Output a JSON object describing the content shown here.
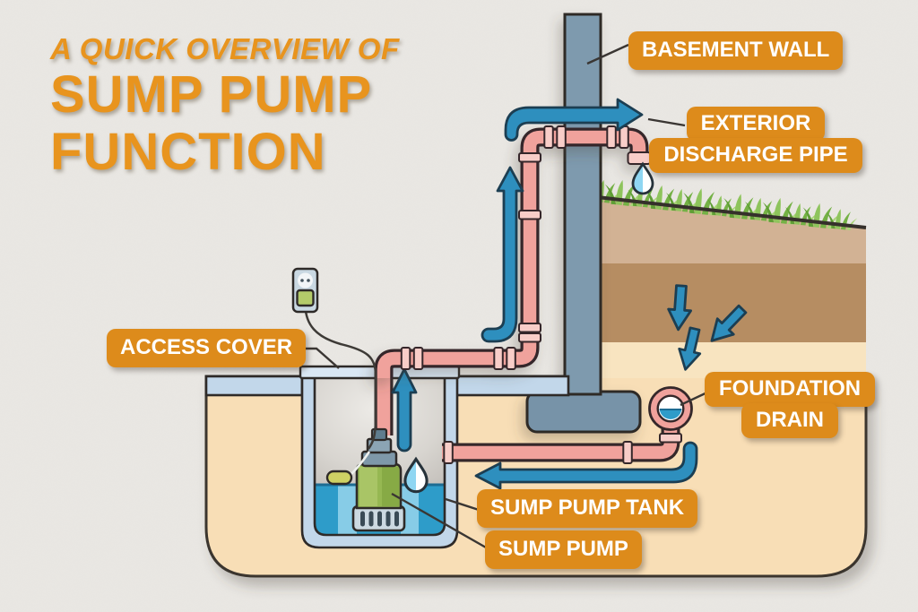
{
  "title": {
    "kicker": "A QUICK OVERVIEW OF",
    "line1": "SUMP PUMP",
    "line2": "FUNCTION"
  },
  "labels": {
    "basement_wall": "BASEMENT WALL",
    "exterior_discharge_line1": "EXTERIOR",
    "exterior_discharge_line2": "DISCHARGE PIPE",
    "access_cover": "ACCESS COVER",
    "foundation_drain_line1": "FOUNDATION",
    "foundation_drain_line2": "DRAIN",
    "sump_pump_tank": "SUMP PUMP TANK",
    "sump_pump": "SUMP PUMP"
  },
  "diagram_parts": [
    "basement-wall",
    "exterior-discharge-pipe",
    "access-cover",
    "foundation-drain",
    "sump-pump-tank",
    "sump-pump",
    "discharge-pipe",
    "drain-pipe",
    "power-outlet",
    "float-switch",
    "grass",
    "soil-layers",
    "water",
    "flow-arrows",
    "water-drop-icon"
  ],
  "colors": {
    "label_orange": "#dd8b1b",
    "title_orange": "#e8941e",
    "paper": "#eae8e4",
    "wall_gray_blue": "#7e9aae",
    "footing_gray_blue": "#7793a8",
    "pipe_pink": "#f0a29c",
    "pipe_fitting_pink": "#f8cdc8",
    "water_blue": "#2e9cc9",
    "arrow_blue": "#2e8fbe",
    "ground_peach": "#f8deb6",
    "soil_top": "#d2b294",
    "soil_mid": "#b68d62",
    "soil_light": "#f8e4c0",
    "grass_green": "#74b145",
    "pump_green": "#96b852",
    "slab_blue": "#c2d7ea"
  }
}
